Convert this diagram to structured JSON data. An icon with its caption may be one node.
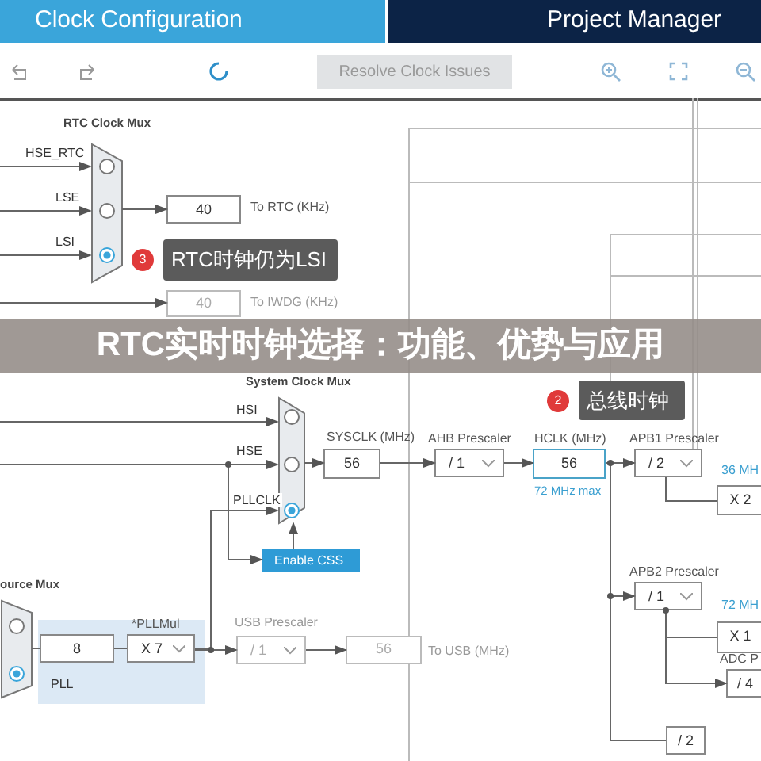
{
  "diagram": {
    "title": "RTC实时时钟选择：功能、优势与应用",
    "nodes": [
      {
        "text": [
          "Clock Configuration"
        ]
      },
      {
        "text": [
          "Project Manager"
        ]
      },
      {
        "text": [
          "Resolve Clock Issues"
        ]
      },
      {
        "text": [
          "RTC Clock Mux"
        ]
      },
      {
        "text": [
          "40"
        ],
        "beside": [
          "To RTC (KHz)"
        ]
      },
      {
        "text": [
          "40"
        ],
        "beside": [
          "To IWDG (KHz)"
        ]
      },
      {
        "text": [
          "3",
          "RTC时钟仍为LSI"
        ]
      },
      {
        "text": [
          "System Clock Mux"
        ]
      },
      {
        "text": [
          "56"
        ],
        "beside": [
          "SYSCLK (MHz)"
        ]
      },
      {
        "text": [
          "/ 1"
        ],
        "beside": [
          "AHB Prescaler"
        ]
      },
      {
        "text": [
          "56"
        ],
        "beside": [
          "HCLK (MHz)",
          "72 MHz max"
        ]
      },
      {
        "text": [
          "2",
          "总线时钟"
        ]
      },
      {
        "text": [
          "/ 2"
        ],
        "beside": [
          "APB1 Prescaler"
        ]
      },
      {
        "text": [
          "X 2"
        ]
      },
      {
        "text": [
          "/ 1"
        ],
        "beside": [
          "APB2 Prescaler"
        ]
      },
      {
        "text": [
          "X 1"
        ]
      },
      {
        "text": [
          "/ 4"
        ],
        "beside": [
          "ADC P"
        ]
      },
      {
        "text": [
          "/ 2"
        ]
      },
      {
        "text": [
          "Enable CSS"
        ]
      },
      {
        "text": [
          "ource Mux"
        ]
      },
      {
        "text": [
          "PLL"
        ]
      },
      {
        "text": [
          "8"
        ],
        "in": 20
      },
      {
        "text": [
          "X 7"
        ],
        "in": 20,
        "beside": [
          "*PLLMul"
        ]
      },
      {
        "text": [
          "/ 1"
        ],
        "beside": [
          "USB Prescaler"
        ]
      },
      {
        "text": [
          "56"
        ],
        "beside": [
          "To USB (MHz)"
        ]
      }
    ],
    "edges": [
      {
        "from": null,
        "to": 3,
        "arrow": "to",
        "label": "HSE_RTC"
      },
      {
        "from": null,
        "to": 3,
        "arrow": "to",
        "label": "LSE"
      },
      {
        "from": null,
        "to": 3,
        "arrow": "to",
        "label": "LSI"
      },
      {
        "from": 3,
        "to": 4,
        "arrow": "to"
      },
      {
        "from": null,
        "to": 5,
        "arrow": "to"
      },
      {
        "from": null,
        "to": 7,
        "arrow": "to",
        "label": "HSI"
      },
      {
        "from": null,
        "to": 7,
        "arrow": "to",
        "label": "HSE"
      },
      {
        "from": null,
        "to": 18,
        "arrow": "to"
      },
      {
        "from": 22,
        "to": 7,
        "arrow": "to",
        "label": "PLLCLK"
      },
      {
        "from": 18,
        "to": 7,
        "arrow": "to"
      },
      {
        "from": 7,
        "to": 8,
        "arrow": "to"
      },
      {
        "from": 8,
        "to": 9,
        "arrow": "to"
      },
      {
        "from": 9,
        "to": 10,
        "arrow": "to"
      },
      {
        "from": 10,
        "to": 12,
        "arrow": "to"
      },
      {
        "from": 10,
        "to": 14,
        "arrow": "to"
      },
      {
        "from": 12,
        "to": 13,
        "arrow": "none"
      },
      {
        "from": 14,
        "to": 15,
        "arrow": "none"
      },
      {
        "from": 14,
        "to": 16,
        "arrow": "to"
      },
      {
        "from": 10,
        "to": 17,
        "arrow": "none"
      },
      {
        "from": 22,
        "to": 23,
        "arrow": "to"
      },
      {
        "from": 23,
        "to": 24,
        "arrow": "to"
      },
      {
        "from": 19,
        "to": 21,
        "arrow": "none"
      },
      {
        "from": 21,
        "to": 22,
        "arrow": "none"
      }
    ],
    "labels": [
      "36 MH",
      "72 MH"
    ]
  }
}
